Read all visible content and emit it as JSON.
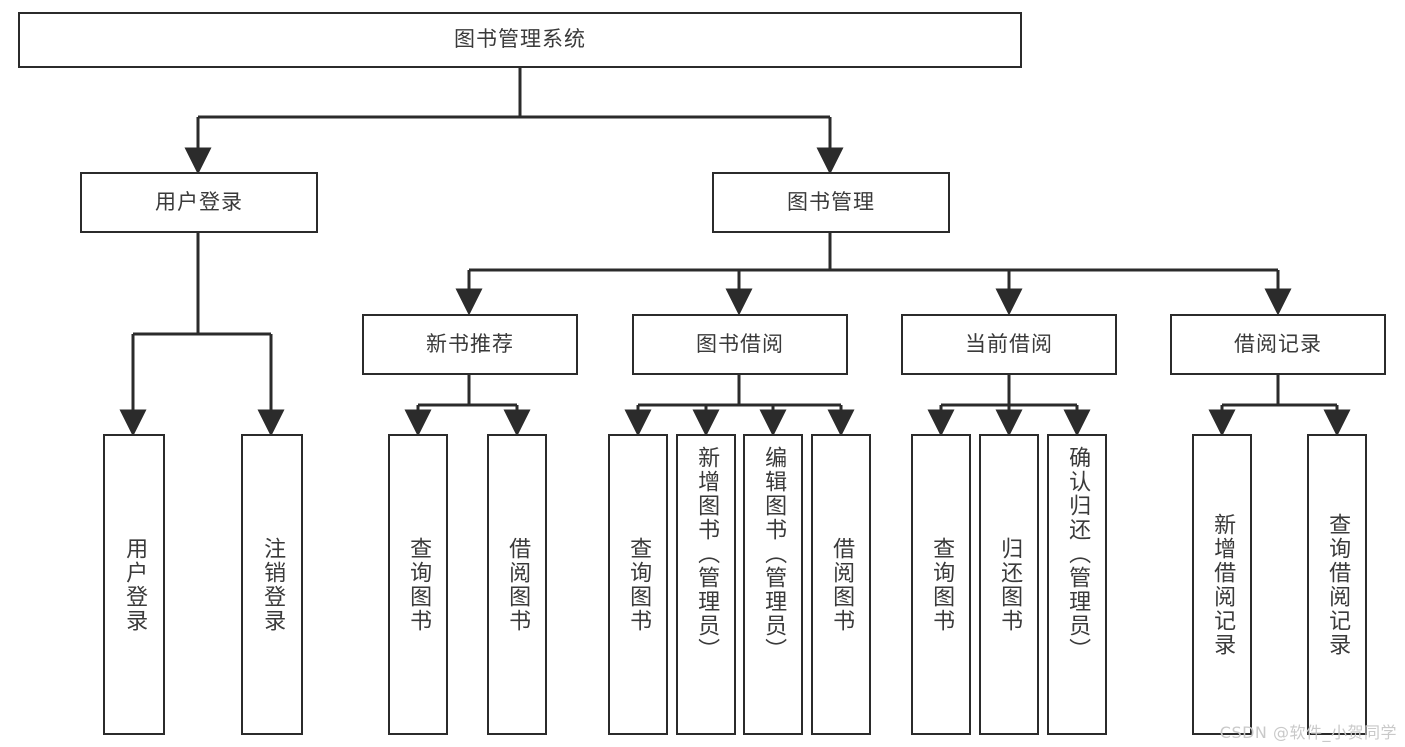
{
  "diagram": {
    "title": "图书管理系统",
    "type": "tree",
    "watermark": "CSDN @软件_小贺同学",
    "colors": {
      "stroke": "#2b2b2b",
      "text": "#3a3a3a",
      "background": "#ffffff",
      "watermark": "#c9c9c9"
    },
    "root": {
      "label": "图书管理系统"
    },
    "level2": [
      {
        "label": "用户登录"
      },
      {
        "label": "图书管理"
      }
    ],
    "level3": [
      {
        "label": "新书推荐"
      },
      {
        "label": "图书借阅"
      },
      {
        "label": "当前借阅"
      },
      {
        "label": "借阅记录"
      }
    ],
    "leaves": {
      "user_login": [
        {
          "label": "用户登录"
        },
        {
          "label": "注销登录"
        }
      ],
      "new_book_recommend": [
        {
          "label": "查询图书"
        },
        {
          "label": "借阅图书"
        }
      ],
      "book_borrow": [
        {
          "label": "查询图书"
        },
        {
          "label": "新增图书（管理员）"
        },
        {
          "label": "编辑图书（管理员）"
        },
        {
          "label": "借阅图书"
        }
      ],
      "current_borrow": [
        {
          "label": "查询图书"
        },
        {
          "label": "归还图书"
        },
        {
          "label": "确认归还（管理员）"
        }
      ],
      "borrow_record": [
        {
          "label": "新增借阅记录"
        },
        {
          "label": "查询借阅记录"
        }
      ]
    }
  }
}
